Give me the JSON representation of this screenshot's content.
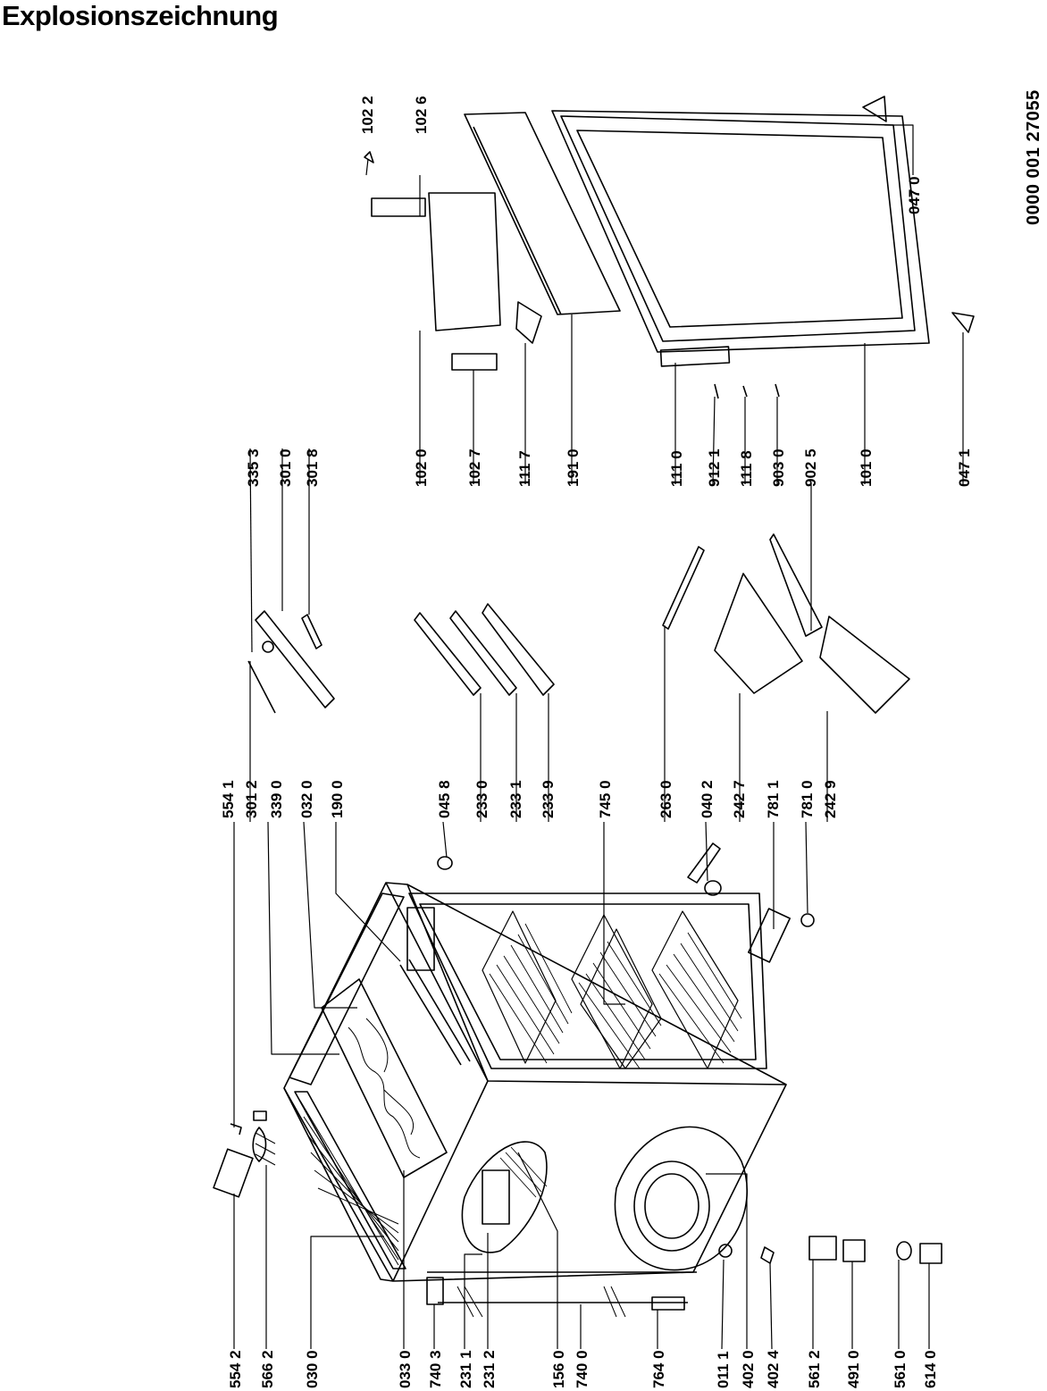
{
  "header": {
    "title": "Explosionszeichnung"
  },
  "document_number": "0000 001 27055",
  "part_labels": {
    "p5541": "554 1",
    "p3012": "301 2",
    "p3390": "339 0",
    "p0320": "032 0",
    "p1900": "190 0",
    "p3353": "335 3",
    "p3010": "301 0",
    "p3018": "301 8",
    "p0458": "045 8",
    "p2330": "233 0",
    "p2331": "233 1",
    "p2339": "233 9",
    "p7450": "745 0",
    "p2630": "263 0",
    "p0402": "040 2",
    "p2427": "242 7",
    "p7811": "781 1",
    "p7810": "781 0",
    "p2429": "242 9",
    "p1020": "102 0",
    "p1027": "102 7",
    "p1117": "111 7",
    "p1910": "191 0",
    "p1110": "111 0",
    "p9121": "912 1",
    "p1118": "111 8",
    "p9030": "903 0",
    "p9025": "902 5",
    "p1010": "101 0",
    "p0471": "047 1",
    "p1022": "102 2",
    "p1026": "102 6",
    "p0470": "047 0",
    "p5542": "554 2",
    "p5662": "566 2",
    "p0300": "030 0",
    "p0330": "033 0",
    "p7403": "740 3",
    "p2311": "231 1",
    "p2312": "231 2",
    "p1560": "156 0",
    "p7400": "740 0",
    "p7640": "764 0",
    "p0111": "011 1",
    "p4020": "402 0",
    "p4024": "402 4",
    "p5612": "561 2",
    "p4910": "491 0",
    "p5610": "561 0",
    "p6140": "614 0"
  }
}
